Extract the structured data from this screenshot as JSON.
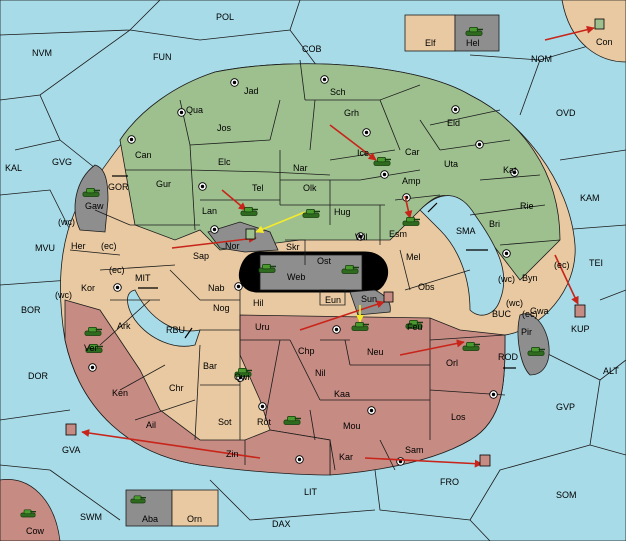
{
  "map": {
    "colors": {
      "sea": "#a8dbe8",
      "green": "#9ec08f",
      "tan": "#e8c9a1",
      "red": "#c68b82",
      "gray": "#8e8e8e",
      "arrow_move": "#c8241a",
      "arrow_support": "#f5ea2c"
    },
    "sea_labels": {
      "pol": "POL",
      "nvm": "NVM",
      "fun": "FUN",
      "cob": "COB",
      "nom": "NOM",
      "ovd": "OVD",
      "kal": "KAL",
      "gvg": "GVG",
      "gor": "GOR",
      "kam": "KAM",
      "mvu": "MVU",
      "sma": "SMA",
      "tei": "TEI",
      "mit": "MIT",
      "bor": "BOR",
      "rbu": "RBU",
      "buc": "BUC",
      "dor": "DOR",
      "rod": "ROD",
      "alt": "ALT",
      "gvp": "GVP",
      "gva": "GVA",
      "fro": "FRO",
      "som": "SOM",
      "lit": "LIT",
      "swm": "SWM",
      "dax": "DAX"
    },
    "provinces": {
      "jad": "Jad",
      "sch": "Sch",
      "qua": "Qua",
      "jos": "Jos",
      "grh": "Grh",
      "eld": "Eld",
      "can": "Can",
      "elc": "Elc",
      "car": "Car",
      "uta": "Uta",
      "nar": "Nar",
      "ice": "Ice",
      "kat": "Kat",
      "tel": "Tel",
      "olk": "Olk",
      "amp": "Amp",
      "gur": "Gur",
      "lan": "Lan",
      "hug": "Hug",
      "rie": "Rie",
      "gaw": "Gaw",
      "esm": "Esm",
      "bri": "Bri",
      "wil": "Wil",
      "nor": "Nor",
      "her": "Her",
      "sap": "Sap",
      "skr": "Skr",
      "ost": "Ost",
      "mel": "Mel",
      "web": "Web",
      "byn": "Byn",
      "kor": "Kor",
      "nab": "Nab",
      "obs": "Obs",
      "eun": "Eun",
      "hil": "Hil",
      "sun": "Sun",
      "nog": "Nog",
      "gwa": "Gwa",
      "ark": "Ark",
      "uru": "Uru",
      "feu": "Feu",
      "pir": "Pir",
      "ver": "Ver",
      "chp": "Chp",
      "neu": "Neu",
      "bar": "Bar",
      "orl": "Orl",
      "qwi": "Qwi",
      "nil": "Nil",
      "ken": "Ken",
      "chr": "Chr",
      "kaa": "Kaa",
      "los": "Los",
      "ail": "Ail",
      "sot": "Sot",
      "rot": "Rot",
      "mou": "Mou",
      "zin": "Zin",
      "kar": "Kar",
      "sam": "Sam",
      "elf": "Elf",
      "hel": "Hel",
      "con": "Con",
      "kup": "KUP",
      "cow": "Cow",
      "aba": "Aba",
      "orn": "Orn"
    },
    "coast_labels": {
      "wc1": "(wc)",
      "ec1": "(ec)",
      "ec2": "(ec)",
      "wc2": "(wc)",
      "wc3": "(wc)",
      "ec3": "(ec)",
      "ec4": "(ec)",
      "wc4": "(wc)"
    }
  }
}
